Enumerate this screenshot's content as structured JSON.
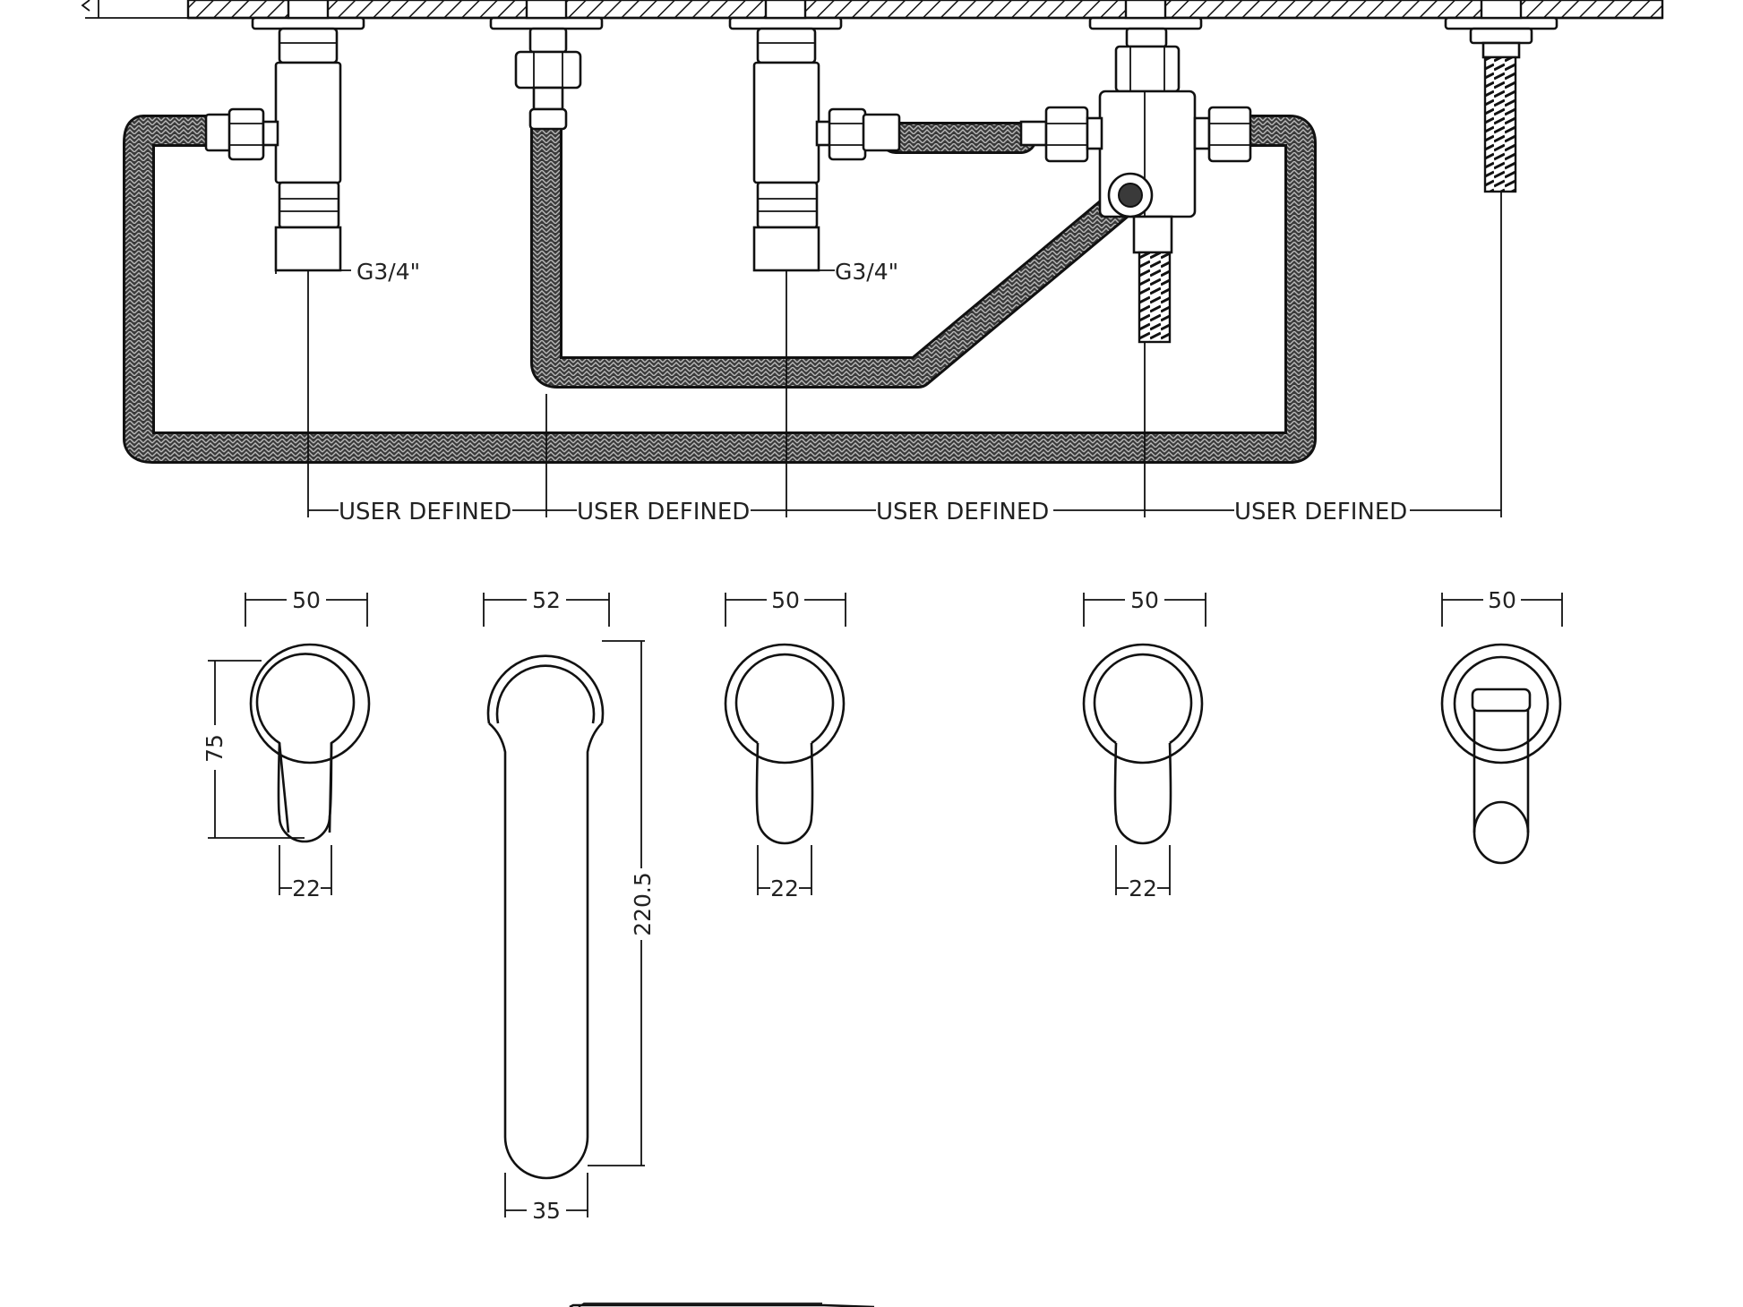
{
  "thread_labels": [
    "G3/4\"",
    "G3/4\""
  ],
  "spacing_labels": [
    "USER DEFINED",
    "USER DEFINED",
    "USER DEFINED",
    "USER DEFINED"
  ],
  "widths": [
    "50",
    "52",
    "50",
    "50",
    "50"
  ],
  "handle_widths": [
    "22",
    "22",
    "22"
  ],
  "heights": {
    "handle_height": "75",
    "spout_height": "220.5",
    "spout_width": "35"
  }
}
